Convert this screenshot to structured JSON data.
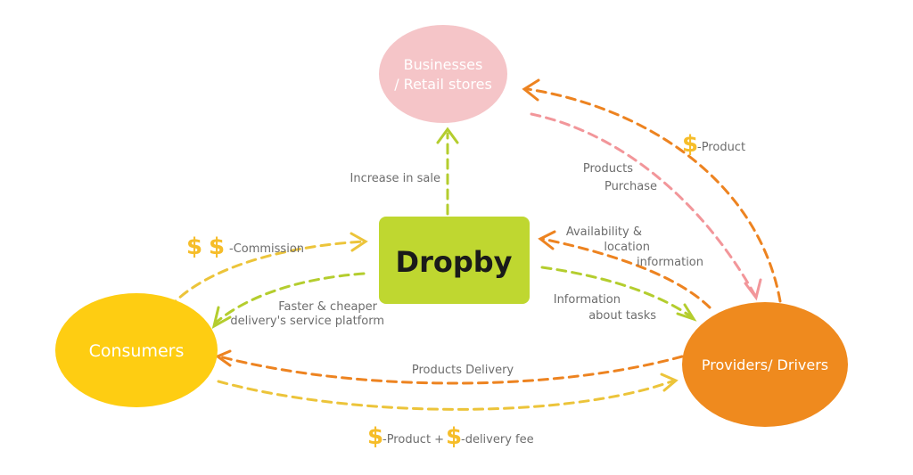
{
  "colors": {
    "businesses_fill": "#f5c5c8",
    "dropby_fill": "#bfd730",
    "consumers_fill": "#fecd12",
    "providers_fill": "#ef8a1e",
    "arrow_orange": "#ed8320",
    "arrow_green": "#b4cd2e",
    "arrow_yellow": "#ecc43a",
    "arrow_pink": "#f2969a",
    "dollar_gold": "#f6bd29",
    "label_gray": "#6d6d6d"
  },
  "nodes": {
    "businesses": {
      "line1": "Businesses",
      "line2": "/ Retail stores"
    },
    "dropby": {
      "label": "Dropby"
    },
    "consumers": {
      "label": "Consumers"
    },
    "providers": {
      "label": "Providers/ Drivers"
    }
  },
  "edges": {
    "increase_in_sale": "Increase in sale",
    "product_payment": {
      "symbol": "$",
      "text": "-Product"
    },
    "products_purchase": {
      "line1": "Products",
      "line2": "Purchase"
    },
    "availability": {
      "line1": "Availability &",
      "line2": "location",
      "line3": "information"
    },
    "commission": {
      "symbol1": "$",
      "symbol2": "$",
      "text": "-Commission"
    },
    "faster_cheaper": {
      "line1": "Faster & cheaper",
      "line2": "delivery's service platform"
    },
    "information_tasks": {
      "line1": "Information",
      "line2": "about tasks"
    },
    "products_delivery": "Products Delivery",
    "consumer_payment": {
      "symbol1": "$",
      "text1": "-Product + ",
      "symbol2": "$",
      "text2": "-delivery fee"
    }
  }
}
